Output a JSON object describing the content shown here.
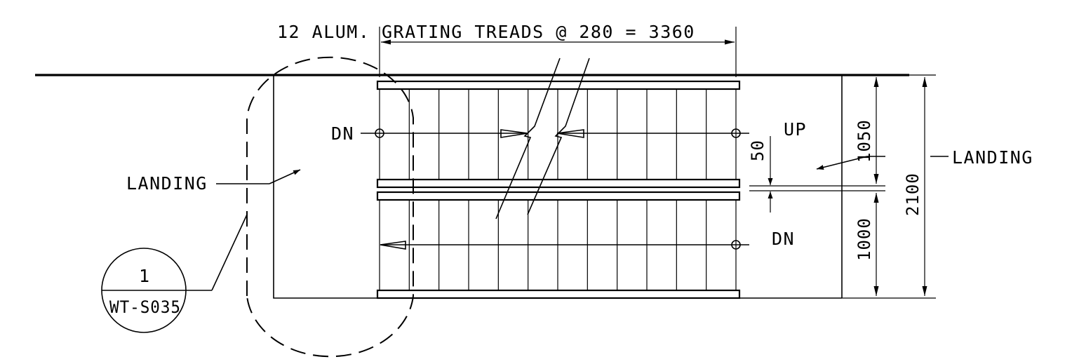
{
  "title": "12 ALUM. GRATING TREADS @ 280 = 3360",
  "labels": {
    "landing_left": "LANDING",
    "landing_right": "LANDING",
    "dn_top": "DN",
    "up": "UP",
    "dn_bottom": "DN"
  },
  "dimensions": {
    "upper_flight": "1050",
    "lower_flight": "1000",
    "total_width": "2100",
    "gap": "50"
  },
  "detail_callout": {
    "number": "1",
    "sheet": "WT-S035"
  },
  "tread_count": 12
}
